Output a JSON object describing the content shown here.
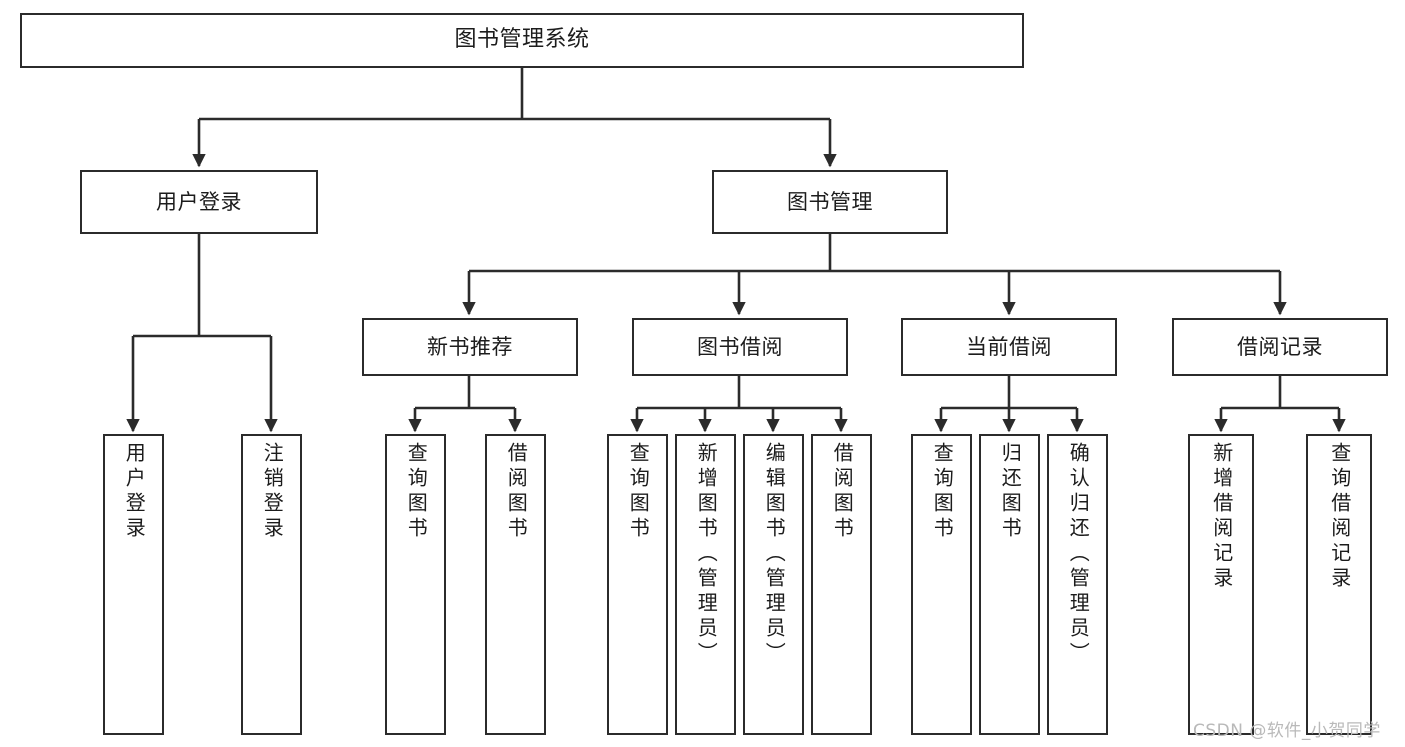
{
  "diagram": {
    "title": "图书管理系统",
    "watermark": "CSDN @软件_小贺同学",
    "colors": {
      "border": "#2b2b2b",
      "background": "#ffffff",
      "text": "#1c1c1c",
      "connector": "#2b2b2b",
      "watermark": "#b9b9b9"
    },
    "levels": {
      "root": {
        "label": "图书管理系统"
      },
      "level2": [
        {
          "label": "用户登录"
        },
        {
          "label": "图书管理"
        }
      ],
      "level3": [
        {
          "label": "新书推荐"
        },
        {
          "label": "图书借阅"
        },
        {
          "label": "当前借阅"
        },
        {
          "label": "借阅记录"
        }
      ],
      "leaves": {
        "user_login": [
          {
            "label": "用户登录"
          },
          {
            "label": "注销登录"
          }
        ],
        "new_book_recommend": [
          {
            "label": "查询图书"
          },
          {
            "label": "借阅图书"
          }
        ],
        "book_borrow": [
          {
            "label": "查询图书"
          },
          {
            "label": "新增图书（管理员）"
          },
          {
            "label": "编辑图书（管理员）"
          },
          {
            "label": "借阅图书"
          }
        ],
        "current_borrow": [
          {
            "label": "查询图书"
          },
          {
            "label": "归还图书"
          },
          {
            "label": "确认归还（管理员）"
          }
        ],
        "borrow_record": [
          {
            "label": "新增借阅记录"
          },
          {
            "label": "查询借阅记录"
          }
        ]
      }
    }
  }
}
